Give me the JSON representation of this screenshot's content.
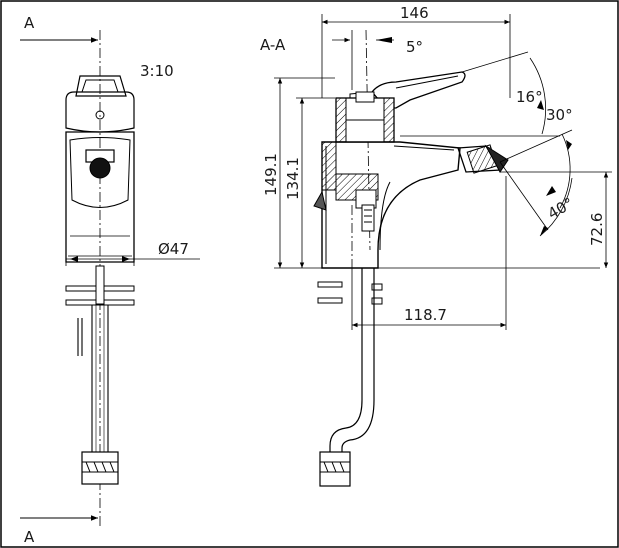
{
  "section_markers": {
    "top": "A",
    "bottom": "A"
  },
  "scale_label": "3:10",
  "section_title": "A-A",
  "dimensions": {
    "width_total": "146",
    "height_total": "149.1",
    "height_body": "134.1",
    "diameter": "Ø47",
    "reach": "118.7",
    "spout_height": "72.6"
  },
  "angles": {
    "lever_tilt": "5°",
    "lever_up": "16°",
    "spout_a": "30°",
    "spout_b": "40°"
  }
}
